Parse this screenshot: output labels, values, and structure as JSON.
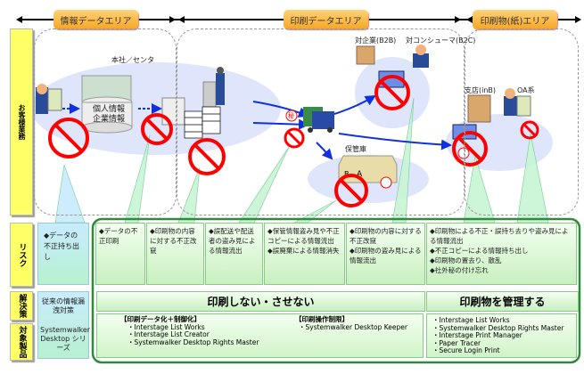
{
  "areas": [
    {
      "label": "情報データエリア"
    },
    {
      "label": "印刷データエリア"
    },
    {
      "label": "印刷物(紙)エリア"
    }
  ],
  "row_labels": {
    "business": "お客様業務",
    "risk": "リスク",
    "solution": "解決策",
    "products": "対象製品"
  },
  "scene_labels": {
    "hq": "本社／センタ",
    "db": "個人情報\n企業情報",
    "b2b": "対企業(B2B)",
    "b2c": "対コンシューマ(B2C)",
    "warehouse": "保管庫",
    "branch": "支店(inB)",
    "oa": "OA系",
    "secret": "秘"
  },
  "left_column": {
    "risk": "◆データの不正持ち出し",
    "solution": "従来の情報漏洩対策",
    "products": "Systemwalker Desktop シリーズ"
  },
  "risks": [
    "◆データの不正印刷",
    "◆印刷物の内容に対する不正改竄",
    "◆誤配送や配送者の盗み見による情報流出",
    "◆保管情報盗み見や不正コピーによる情報流出\n◆誤廃棄による情報消失",
    "◆印刷物の内容に対する不正改竄\n◆印刷物の盗み見による情報流出",
    "◆印刷物による不正・誤持ち去りや盗み見による情報流出\n◆不正コピーによる情報持ち出し\n◆印刷物の置去り、散乱\n◆社外秘の付け忘れ"
  ],
  "solutions": {
    "left": "印刷しない・させない",
    "right": "印刷物を管理する"
  },
  "products": {
    "group1_title": "【印刷データ化＋制御化】",
    "group1": [
      "・Interstage List Works",
      "・Interstage List Creator",
      "・Systemwalker Desktop Rights Master"
    ],
    "group2_title": "【印刷操作制限】",
    "group2": [
      "・Systemwalker Desktop Keeper"
    ],
    "group3": [
      "・Interstage List Works",
      "・Systemwalker Desktop Rights Master",
      "・Interstage Print Manager",
      "・Paper Tracer",
      "・Secure Login Print"
    ]
  },
  "colors": {
    "accent_orange": "#f6a623",
    "label_yellow": "#ffff66",
    "frame_green": "#2e8b3a",
    "prohibit_red": "#ff0000",
    "flow_blue": "#1030e0"
  }
}
